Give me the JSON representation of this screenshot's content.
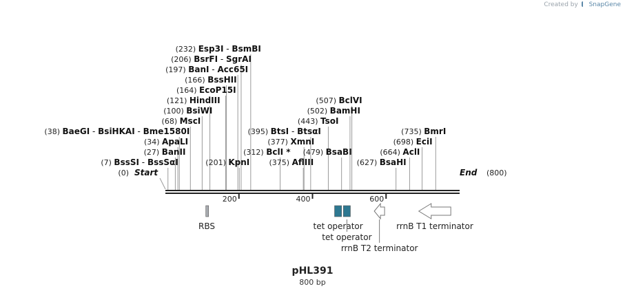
{
  "credit": {
    "prefix": "Created by",
    "brand": "SnapGene",
    "icon": "snapgene-logo-icon"
  },
  "plasmid": {
    "name": "pHL391",
    "length_label": "800 bp",
    "length": 800
  },
  "ends": {
    "start_label": "Start",
    "start_pos": "(0)",
    "end_label": "End",
    "end_pos": "(800)"
  },
  "ticks": [
    {
      "value": 200,
      "label": "200"
    },
    {
      "value": 400,
      "label": "400"
    },
    {
      "value": 600,
      "label": "600"
    }
  ],
  "sites": [
    {
      "pos": 7,
      "pos_label": "(7)",
      "parts": [
        "BssSI",
        "BssSαI"
      ],
      "starred": false
    },
    {
      "pos": 27,
      "pos_label": "(27)",
      "parts": [
        "BanII"
      ],
      "starred": false
    },
    {
      "pos": 34,
      "pos_label": "(34)",
      "parts": [
        "ApaLI"
      ],
      "starred": false
    },
    {
      "pos": 38,
      "pos_label": "(38)",
      "parts": [
        "BaeGI",
        "BsiHKAI",
        "Bme1580I"
      ],
      "starred": false
    },
    {
      "pos": 68,
      "pos_label": "(68)",
      "parts": [
        "MscI"
      ],
      "starred": false
    },
    {
      "pos": 100,
      "pos_label": "(100)",
      "parts": [
        "BsiWI"
      ],
      "starred": false
    },
    {
      "pos": 121,
      "pos_label": "(121)",
      "parts": [
        "HindIII"
      ],
      "starred": false
    },
    {
      "pos": 164,
      "pos_label": "(164)",
      "parts": [
        "EcoP15I"
      ],
      "starred": false
    },
    {
      "pos": 166,
      "pos_label": "(166)",
      "parts": [
        "BssHII"
      ],
      "starred": false
    },
    {
      "pos": 197,
      "pos_label": "(197)",
      "parts": [
        "BanI",
        "Acc65I"
      ],
      "starred": false
    },
    {
      "pos": 201,
      "pos_label": "(201)",
      "parts": [
        "KpnI"
      ],
      "starred": false
    },
    {
      "pos": 206,
      "pos_label": "(206)",
      "parts": [
        "BsrFI",
        "SgrAI"
      ],
      "starred": false
    },
    {
      "pos": 232,
      "pos_label": "(232)",
      "parts": [
        "Esp3I",
        "BsmBI"
      ],
      "starred": false
    },
    {
      "pos": 312,
      "pos_label": "(312)",
      "parts": [
        "BclI"
      ],
      "starred": true
    },
    {
      "pos": 375,
      "pos_label": "(375)",
      "parts": [
        "AflIII"
      ],
      "starred": false
    },
    {
      "pos": 377,
      "pos_label": "(377)",
      "parts": [
        "XmnI"
      ],
      "starred": false
    },
    {
      "pos": 395,
      "pos_label": "(395)",
      "parts": [
        "BtsI",
        "BtsαI"
      ],
      "starred": false
    },
    {
      "pos": 443,
      "pos_label": "(443)",
      "parts": [
        "TsoI"
      ],
      "starred": false
    },
    {
      "pos": 479,
      "pos_label": "(479)",
      "parts": [
        "BsaBI"
      ],
      "starred": false
    },
    {
      "pos": 502,
      "pos_label": "(502)",
      "parts": [
        "BamHI"
      ],
      "starred": false
    },
    {
      "pos": 507,
      "pos_label": "(507)",
      "parts": [
        "BclVI"
      ],
      "starred": false
    },
    {
      "pos": 627,
      "pos_label": "(627)",
      "parts": [
        "BsaHI"
      ],
      "starred": false
    },
    {
      "pos": 664,
      "pos_label": "(664)",
      "parts": [
        "AclI"
      ],
      "starred": false
    },
    {
      "pos": 698,
      "pos_label": "(698)",
      "parts": [
        "EciI"
      ],
      "starred": false
    },
    {
      "pos": 735,
      "pos_label": "(735)",
      "parts": [
        "BmrI"
      ],
      "starred": false
    }
  ],
  "features": [
    {
      "name": "RBS",
      "start": 110,
      "end": 115,
      "shape": "box",
      "color": "#a8abb0"
    },
    {
      "name": "tet operator",
      "start": 460,
      "end": 479,
      "shape": "box",
      "color": "#2e7891"
    },
    {
      "name": "tet operator",
      "start": 484,
      "end": 503,
      "shape": "box",
      "color": "#2e7891"
    },
    {
      "name": "rrnB T2 terminator",
      "start": 568,
      "end": 596,
      "shape": "arrow-left",
      "color": "#ffffff"
    },
    {
      "name": "rrnB T1 terminator",
      "start": 689,
      "end": 776,
      "shape": "arrow-left",
      "color": "#ffffff"
    }
  ]
}
